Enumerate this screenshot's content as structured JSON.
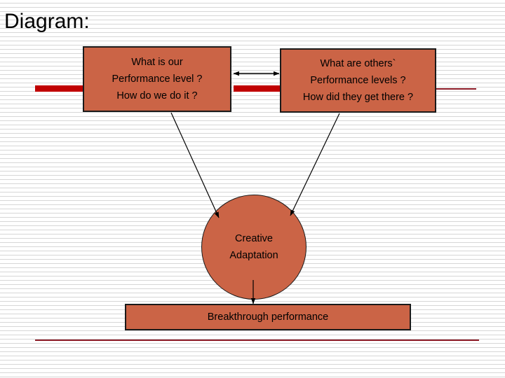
{
  "slide": {
    "title": "Diagram:",
    "background_color": "#ffffff",
    "stripe_color": "#d6d6d6",
    "accent_fill": "#cb6446",
    "accent_border": "#1a1a1a",
    "rule_red_thick": "#c00000",
    "rule_red_thin": "#8c1a26"
  },
  "nodes": {
    "box_left": {
      "name": "our-performance-box",
      "lines": [
        "What is our",
        "Performance level ?",
        "How do we do it ?"
      ]
    },
    "box_right": {
      "name": "others-performance-box",
      "lines": [
        "What are others`",
        "Performance levels ?",
        "How did they get there ?"
      ]
    },
    "circle": {
      "name": "creative-adaptation-circle",
      "lines": [
        "Creative",
        "Adaptation"
      ]
    },
    "box_bottom": {
      "name": "breakthrough-performance-bar",
      "lines": [
        "Breakthrough performance"
      ]
    }
  },
  "connectors": [
    {
      "name": "double-arrow-between-boxes",
      "type": "double-headed-arrow",
      "from": "box_left",
      "to": "box_right"
    },
    {
      "name": "arrow-left-box-to-circle",
      "type": "arrow",
      "from": "box_left",
      "to": "circle"
    },
    {
      "name": "arrow-right-box-to-circle",
      "type": "arrow",
      "from": "box_right",
      "to": "circle"
    },
    {
      "name": "arrow-circle-to-breakthrough",
      "type": "arrow",
      "from": "circle",
      "to": "box_bottom"
    }
  ]
}
